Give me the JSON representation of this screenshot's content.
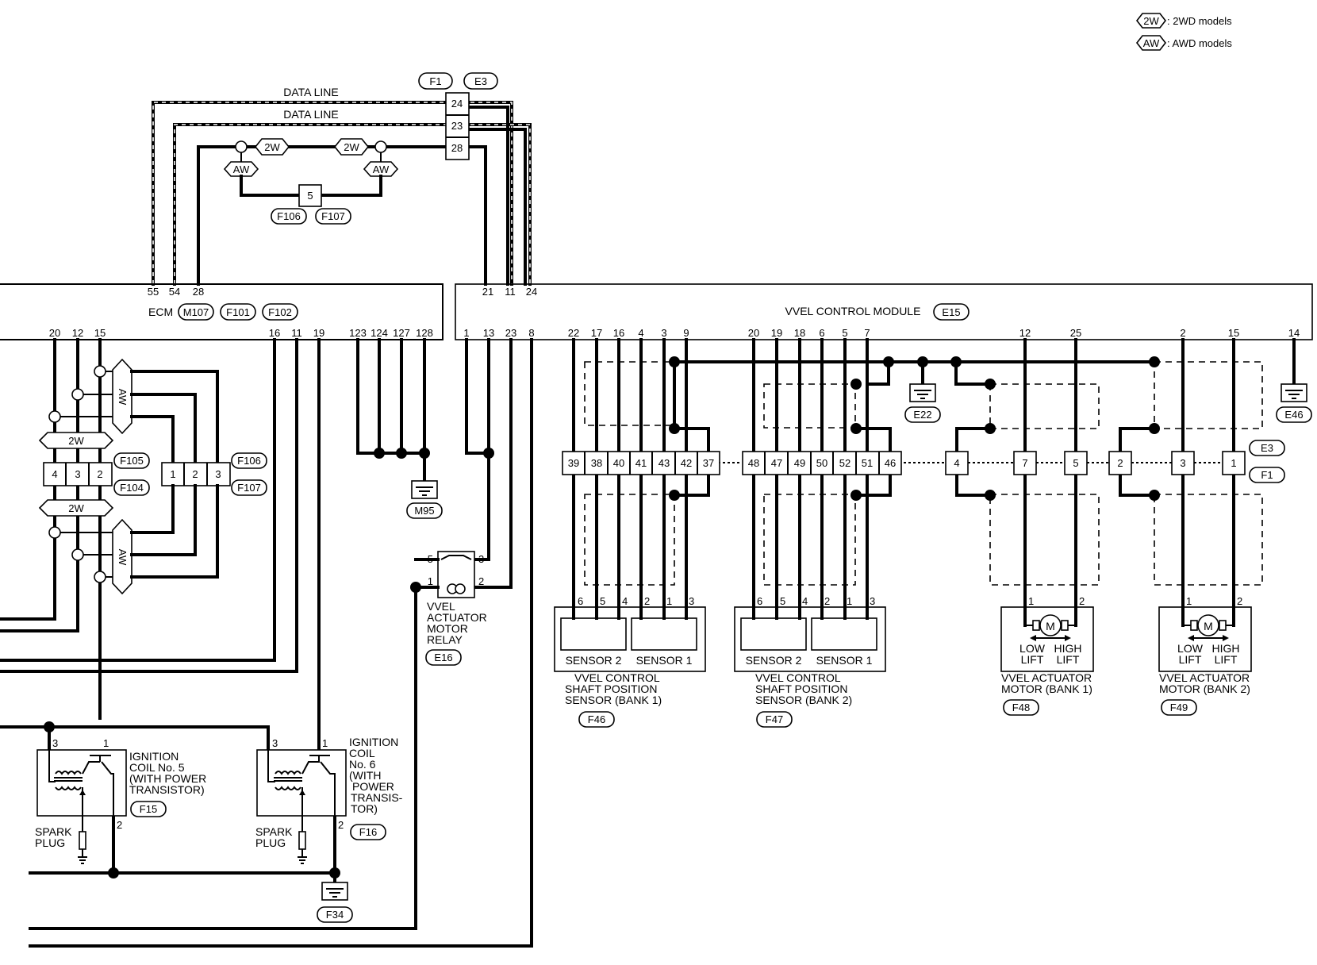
{
  "legend": {
    "items": [
      {
        "code": "2W",
        "text": ": 2WD models"
      },
      {
        "code": "AW",
        "text": ": AWD models"
      }
    ]
  },
  "top_connector": {
    "tags": [
      "F1",
      "E3"
    ],
    "pins": [
      "24",
      "23",
      "28"
    ]
  },
  "data_lines": [
    "DATA LINE",
    "DATA LINE"
  ],
  "harness_jct": {
    "pin": "5",
    "tags": [
      "F106",
      "F107"
    ],
    "branch": [
      "2W",
      "2W",
      "AW",
      "AW"
    ]
  },
  "ecm": {
    "label": "ECM",
    "tags": [
      "M107",
      "F101",
      "F102"
    ],
    "top_pins": [
      "55",
      "54",
      "28"
    ],
    "bottom_pins": [
      "20",
      "12",
      "15",
      "16",
      "11",
      "19",
      "123",
      "124",
      "127",
      "128"
    ]
  },
  "vvel_module": {
    "label": "VVEL CONTROL MODULE",
    "tag": "E15",
    "top_pins": [
      "21",
      "11",
      "24"
    ],
    "bottom_pins": [
      "1",
      "13",
      "23",
      "8",
      "22",
      "17",
      "16",
      "4",
      "3",
      "9",
      "20",
      "19",
      "18",
      "6",
      "5",
      "7",
      "12",
      "25",
      "2",
      "15",
      "14"
    ]
  },
  "grounds": [
    "E22",
    "E46",
    "M95",
    "F34"
  ],
  "left_connectors": {
    "tags": [
      "F105",
      "F104",
      "F106",
      "F107"
    ],
    "pins_a": [
      "4",
      "3",
      "2"
    ],
    "pins_b": [
      "1",
      "2",
      "3"
    ],
    "variant": [
      "2W",
      "2W",
      "AW",
      "AW"
    ]
  },
  "relay": {
    "lines": [
      "VVEL",
      "ACTUATOR",
      "MOTOR",
      "RELAY"
    ],
    "tag": "E16",
    "pins": [
      "5",
      "3",
      "1",
      "2"
    ]
  },
  "inline_connector": {
    "pins": [
      "39",
      "38",
      "40",
      "41",
      "43",
      "42",
      "37",
      "48",
      "47",
      "49",
      "50",
      "52",
      "51",
      "46",
      "4",
      "7",
      "5",
      "2",
      "3",
      "1"
    ],
    "tags": [
      "E3",
      "F1"
    ]
  },
  "sensor_bank1": {
    "sensors": [
      "SENSOR 2",
      "SENSOR 1"
    ],
    "pins": [
      "6",
      "5",
      "4",
      "2",
      "1",
      "3"
    ],
    "lines": [
      "VVEL CONTROL",
      "SHAFT POSITION",
      "SENSOR (BANK 1)"
    ],
    "tag": "F46"
  },
  "sensor_bank2": {
    "sensors": [
      "SENSOR 2",
      "SENSOR 1"
    ],
    "pins": [
      "6",
      "5",
      "4",
      "2",
      "1",
      "3"
    ],
    "lines": [
      "VVEL CONTROL",
      "SHAFT POSITION",
      "SENSOR (BANK 2)"
    ],
    "tag": "F47"
  },
  "motor_bank1": {
    "pins": [
      "1",
      "2"
    ],
    "symbol": "M",
    "low": [
      "LOW",
      "LIFT"
    ],
    "high": [
      "HIGH",
      "LIFT"
    ],
    "lines": [
      "VVEL ACTUATOR",
      "MOTOR (BANK 1)"
    ],
    "tag": "F48"
  },
  "motor_bank2": {
    "pins": [
      "1",
      "2"
    ],
    "symbol": "M",
    "low": [
      "LOW",
      "LIFT"
    ],
    "high": [
      "HIGH",
      "LIFT"
    ],
    "lines": [
      "VVEL ACTUATOR",
      "MOTOR (BANK 2)"
    ],
    "tag": "F49"
  },
  "ign_coil5": {
    "lines": [
      "IGNITION",
      "COIL No. 5",
      "(WITH POWER",
      "TRANSISTOR)"
    ],
    "tag": "F15",
    "pins": [
      "3",
      "1",
      "2"
    ],
    "plug": [
      "SPARK",
      "PLUG"
    ]
  },
  "ign_coil6": {
    "lines": [
      "IGNITION",
      "COIL",
      "No. 6",
      "(WITH",
      "POWER",
      "TRANSIS-",
      "TOR)"
    ],
    "tag": "F16",
    "pins": [
      "3",
      "1",
      "2"
    ],
    "plug": [
      "SPARK",
      "PLUG"
    ]
  }
}
